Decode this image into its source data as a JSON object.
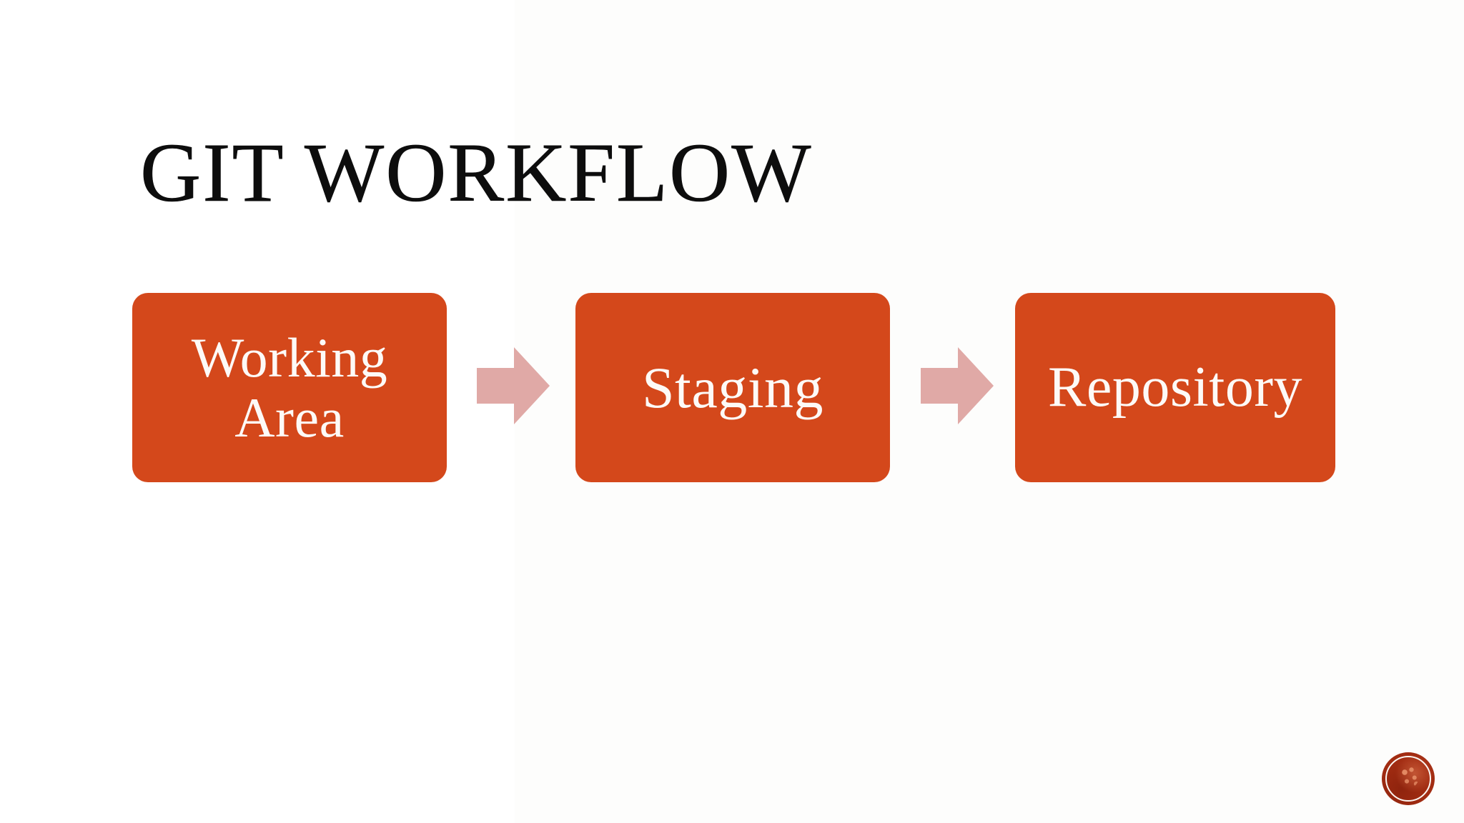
{
  "slide": {
    "title": "GIT WORKFLOW",
    "background_color": "#ffffff",
    "title_color": "#0d0d0d"
  },
  "theme": {
    "box_fill": "#d4481b",
    "box_text_color": "#fdfaf7",
    "arrow_fill": "#e0a9a6",
    "logo_color": "#a22c12",
    "logo_ring_color": "#fbf6f2"
  },
  "diagram": {
    "type": "flow",
    "orientation": "left-to-right",
    "nodes": [
      {
        "id": "working-area",
        "label": "Working\nArea"
      },
      {
        "id": "staging",
        "label": "Staging"
      },
      {
        "id": "repository",
        "label": "Repository"
      }
    ],
    "connectors": [
      {
        "id": "arrow-1",
        "from": "working-area",
        "to": "staging",
        "shape": "block-arrow-right"
      },
      {
        "id": "arrow-2",
        "from": "staging",
        "to": "repository",
        "shape": "block-arrow-right"
      }
    ]
  },
  "logo": {
    "name": "circle-logo-badge",
    "shape": "circle"
  }
}
